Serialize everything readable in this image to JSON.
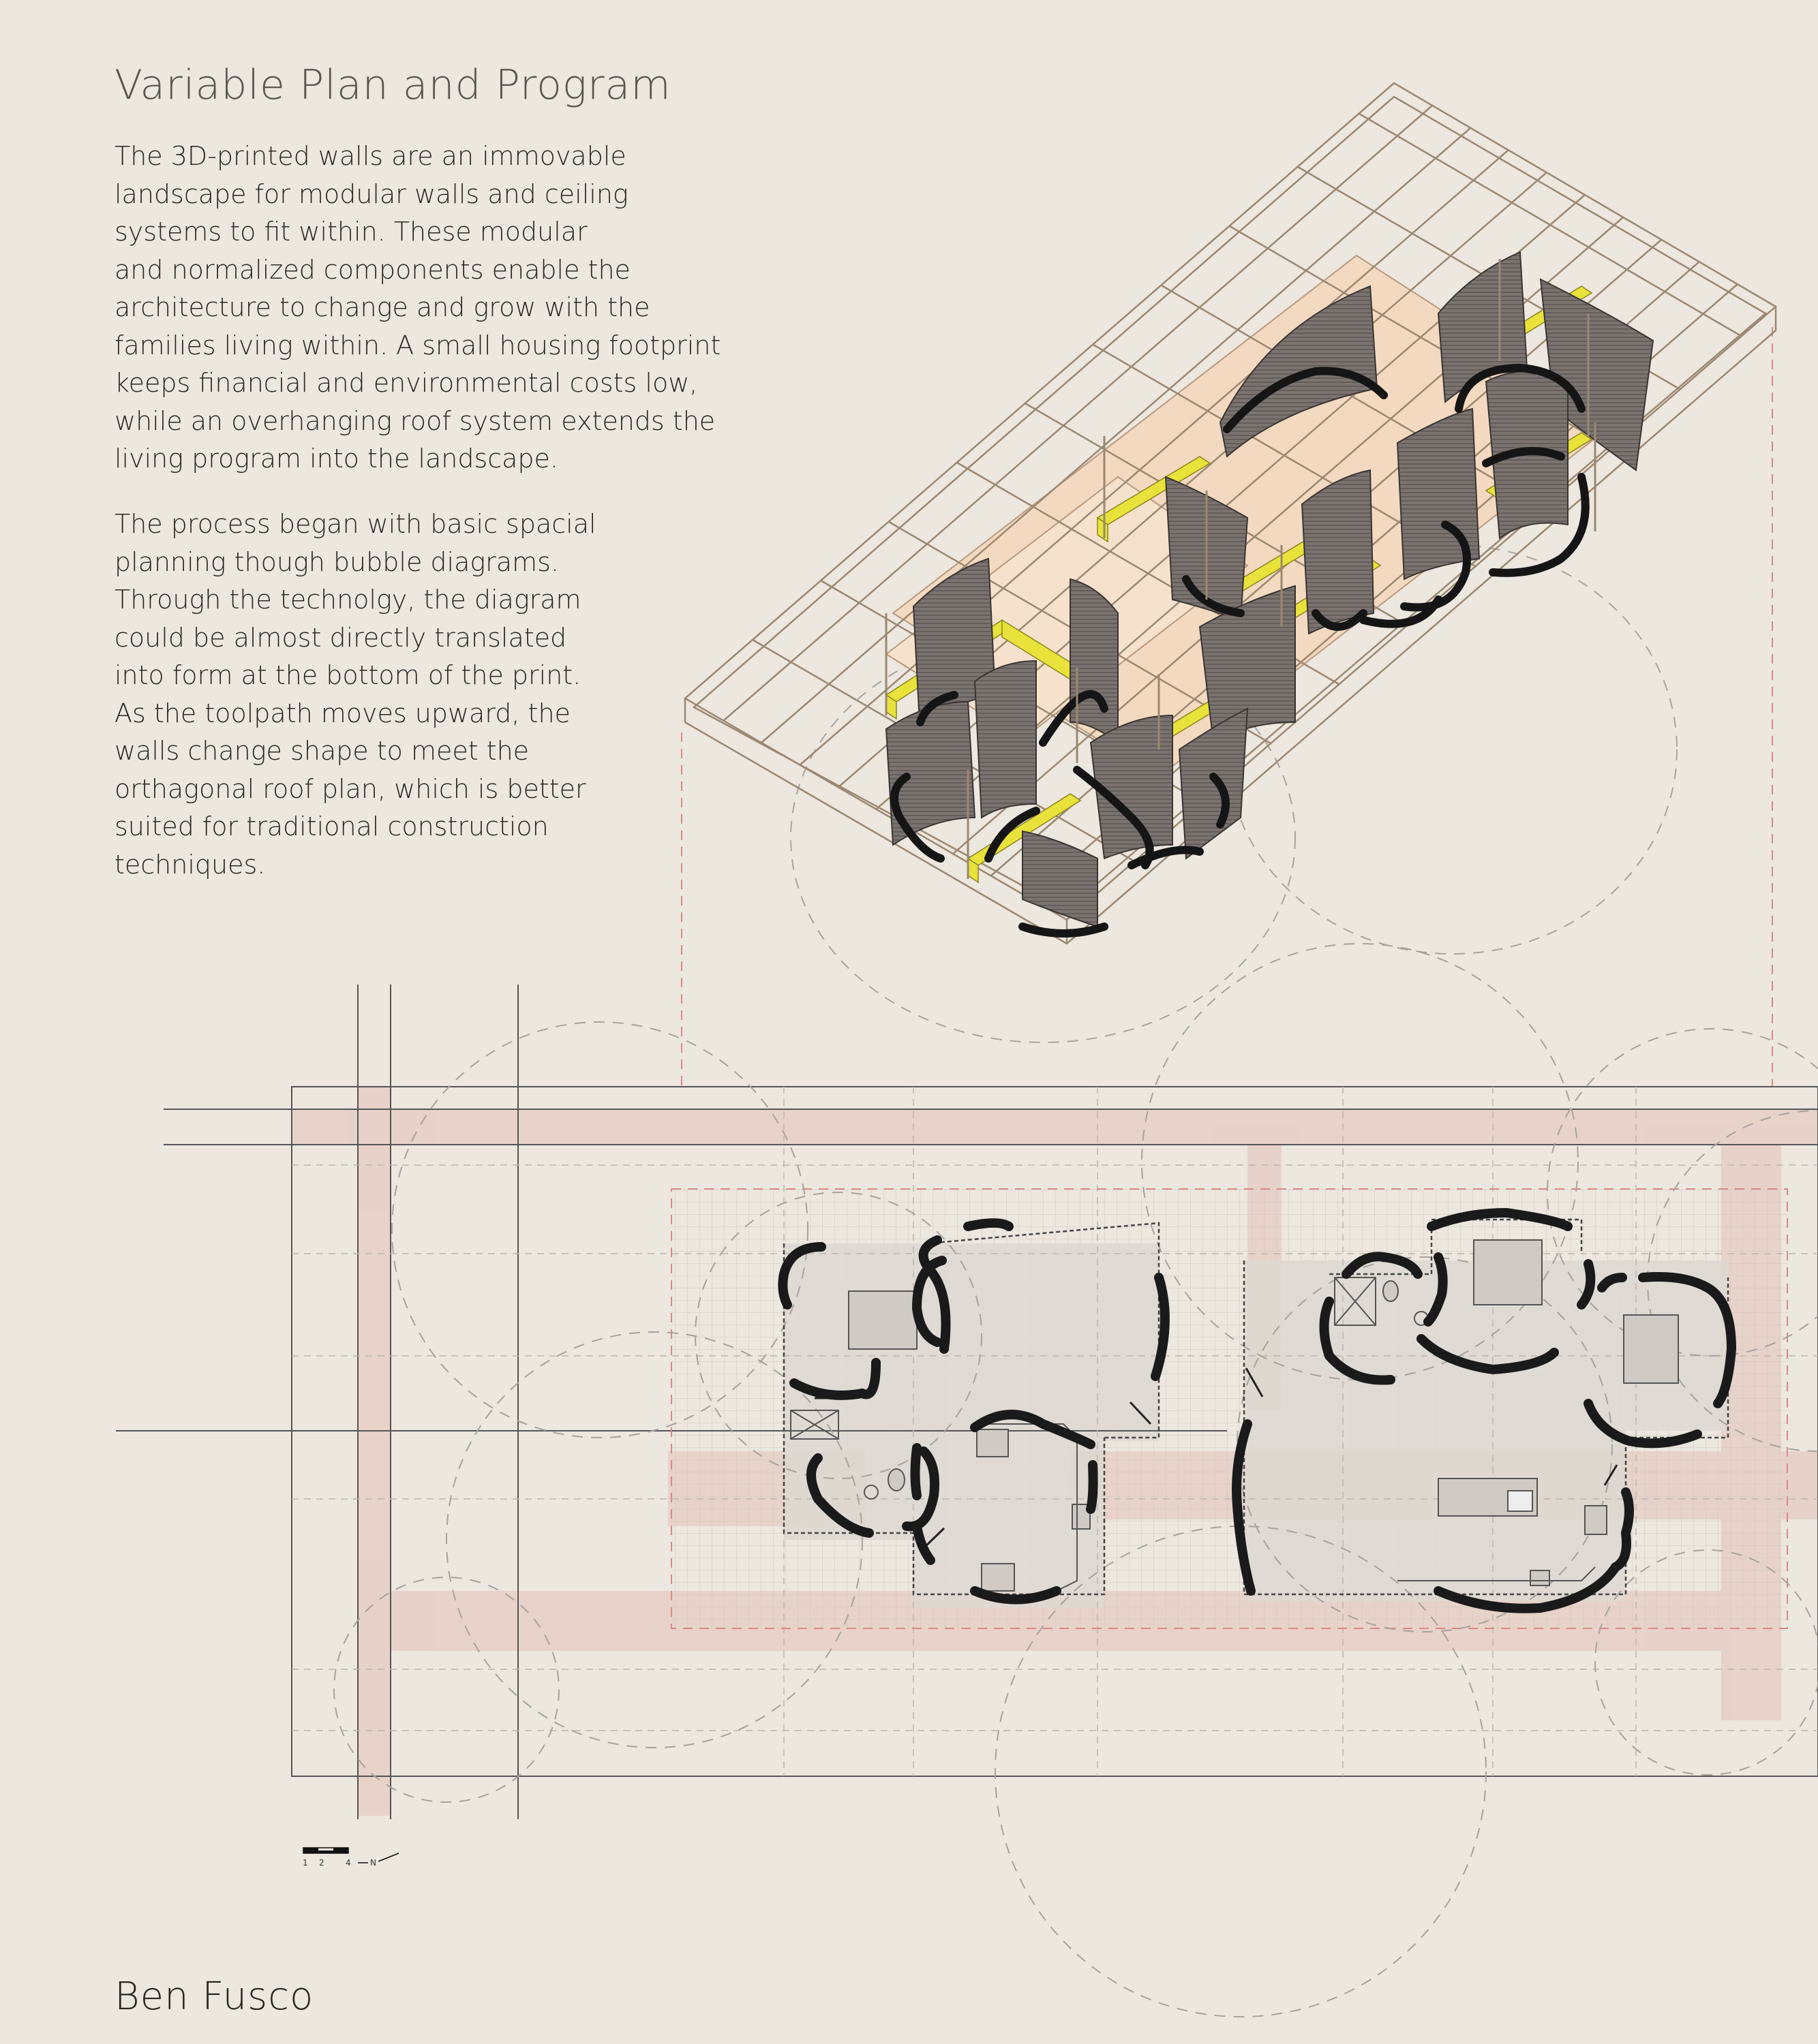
{
  "title": "Variable Plan and Program",
  "paragraphs": {
    "p1": "The 3D-printed walls are an immovable\nlandscape for modular walls and ceiling\nsystems to fit within. These modular\nand normalized components enable the\narchitecture to change and grow with the\nfamilies living within. A small housing footprint\nkeeps financial and environmental costs low,\nwhile an overhanging roof system extends the\nliving program into the landscape.",
    "p2": "The process began with basic spacial\nplanning though bubble diagrams.\nThrough the technolgy, the diagram\ncould be almost directly translated\ninto form at the bottom of the print.\nAs the toolpath moves upward, the\nwalls change shape to meet the\northagonal roof plan, which is better\nsuited for traditional construction\ntechniques."
  },
  "author": "Ben Fusco",
  "scale_bar": {
    "ticks": [
      "1",
      "2",
      "4"
    ],
    "north": "N"
  },
  "colors": {
    "background": "#ece7df",
    "frame": "#9a8870",
    "floor": "#f3d9bf",
    "yellow_beam": "#e8e23a",
    "printed_wall": "#6e6866",
    "wall_black": "#151515",
    "band_pink": "#e6cfc7",
    "guide_red": "#d98a86",
    "circle_gray": "#a8a29d"
  }
}
